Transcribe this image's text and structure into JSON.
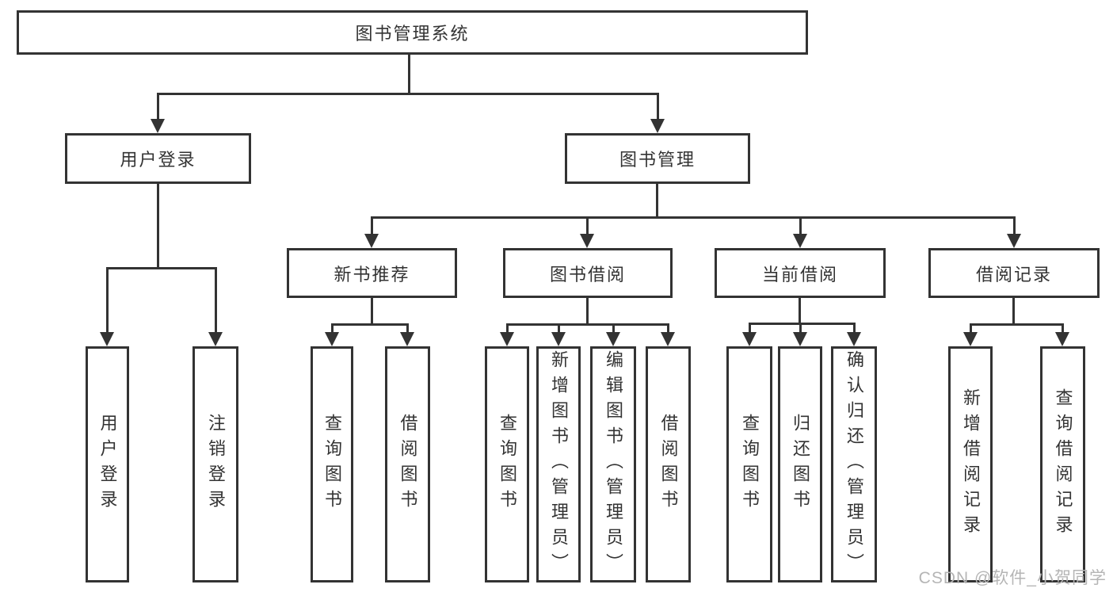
{
  "diagram": {
    "root": {
      "label": "图书管理系统"
    },
    "branches": [
      {
        "label": "用户登录",
        "children": [
          {
            "label": "用户登录"
          },
          {
            "label": "注销登录"
          }
        ]
      },
      {
        "label": "图书管理",
        "children": [
          {
            "label": "新书推荐",
            "children": [
              {
                "label": "查询图书"
              },
              {
                "label": "借阅图书"
              }
            ]
          },
          {
            "label": "图书借阅",
            "children": [
              {
                "label": "查询图书"
              },
              {
                "label": "新增图书（管理员）"
              },
              {
                "label": "编辑图书（管理员）"
              },
              {
                "label": "借阅图书"
              }
            ]
          },
          {
            "label": "当前借阅",
            "children": [
              {
                "label": "查询图书"
              },
              {
                "label": "归还图书"
              },
              {
                "label": "确认归还（管理员）"
              }
            ]
          },
          {
            "label": "借阅记录",
            "children": [
              {
                "label": "新增借阅记录"
              },
              {
                "label": "查询借阅记录"
              }
            ]
          }
        ]
      }
    ]
  },
  "watermark": {
    "text": "CSDN @软件_小贺同学"
  },
  "colors": {
    "line": "#333333",
    "text": "#333333",
    "box_bg": "#ffffff",
    "watermark": "#b5b5b5",
    "background": "#ffffff"
  }
}
